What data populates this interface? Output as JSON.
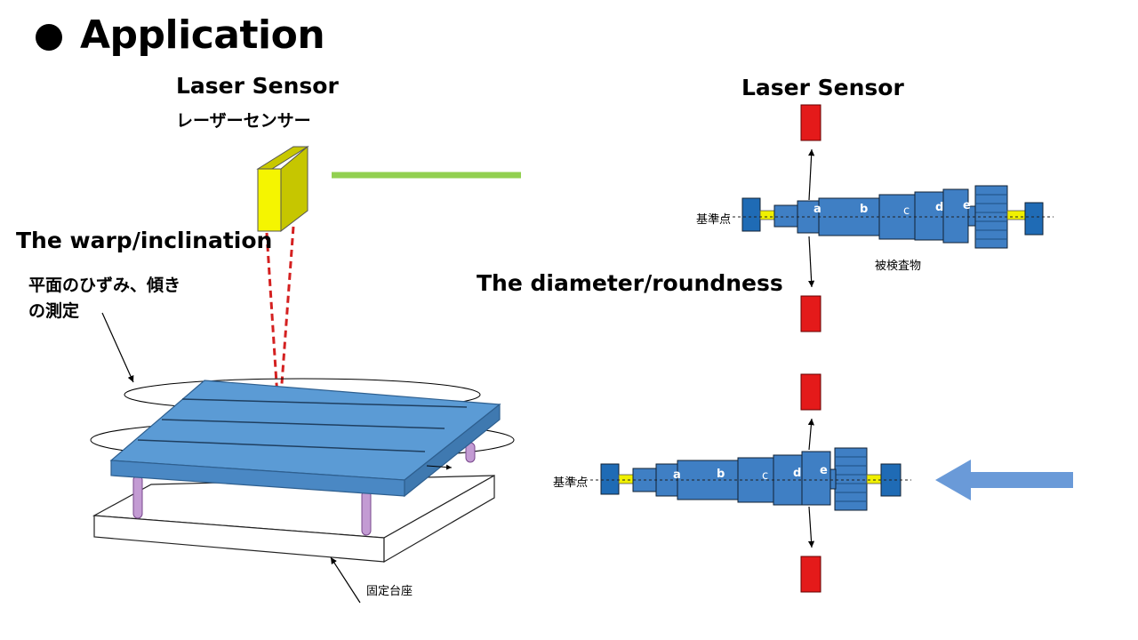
{
  "slide": {
    "title": "Application"
  },
  "left_diagram": {
    "sensor_label_en": "Laser Sensor",
    "sensor_label_jp": "レーザーセンサー",
    "warp_label_en": "The warp/inclination",
    "warp_label_jp_line1": "平面のひずみ、傾き",
    "warp_label_jp_line2": "の測定",
    "base_label": "固定台座"
  },
  "right_diagram": {
    "sensor_label_en": "Laser Sensor",
    "measure_label_en": "The diameter/roundness",
    "reference_label": "基準点",
    "object_label": "被検査物",
    "points": [
      "a",
      "b",
      "c",
      "d",
      "e"
    ]
  },
  "colors": {
    "sensor_yellow": "#f5f500",
    "plate_blue": "#5b9bd5",
    "sensor_red": "#e41a1a",
    "laser_red": "#d42020",
    "divider_green": "#92d050",
    "leg_purple": "#c39bd3",
    "arrow_blue": "#6a9ad8"
  }
}
